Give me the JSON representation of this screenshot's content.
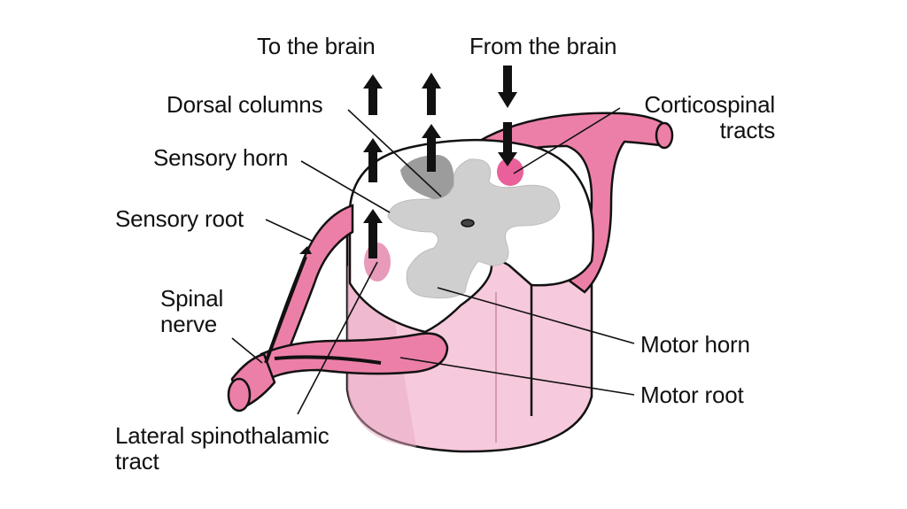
{
  "labels": {
    "to_brain": "To the brain",
    "from_brain": "From the brain",
    "dorsal_columns": "Dorsal columns",
    "corticospinal_line1": "Corticospinal",
    "corticospinal_line2": "tracts",
    "sensory_horn": "Sensory horn",
    "sensory_root": "Sensory root",
    "spinal_nerve_line1": "Spinal",
    "spinal_nerve_line2": "nerve",
    "motor_horn": "Motor horn",
    "motor_root": "Motor root",
    "lateral_line1": "Lateral spinothalamic",
    "lateral_line2": "tract"
  },
  "colors": {
    "tissue_pink": "#f7c9dc",
    "nerve_pink": "#ec7fa8",
    "tract_pink": "#e9609a",
    "grey_matter": "#cfcfcf",
    "dorsal_column_grey": "#9c9c9c",
    "outline": "#111111"
  }
}
